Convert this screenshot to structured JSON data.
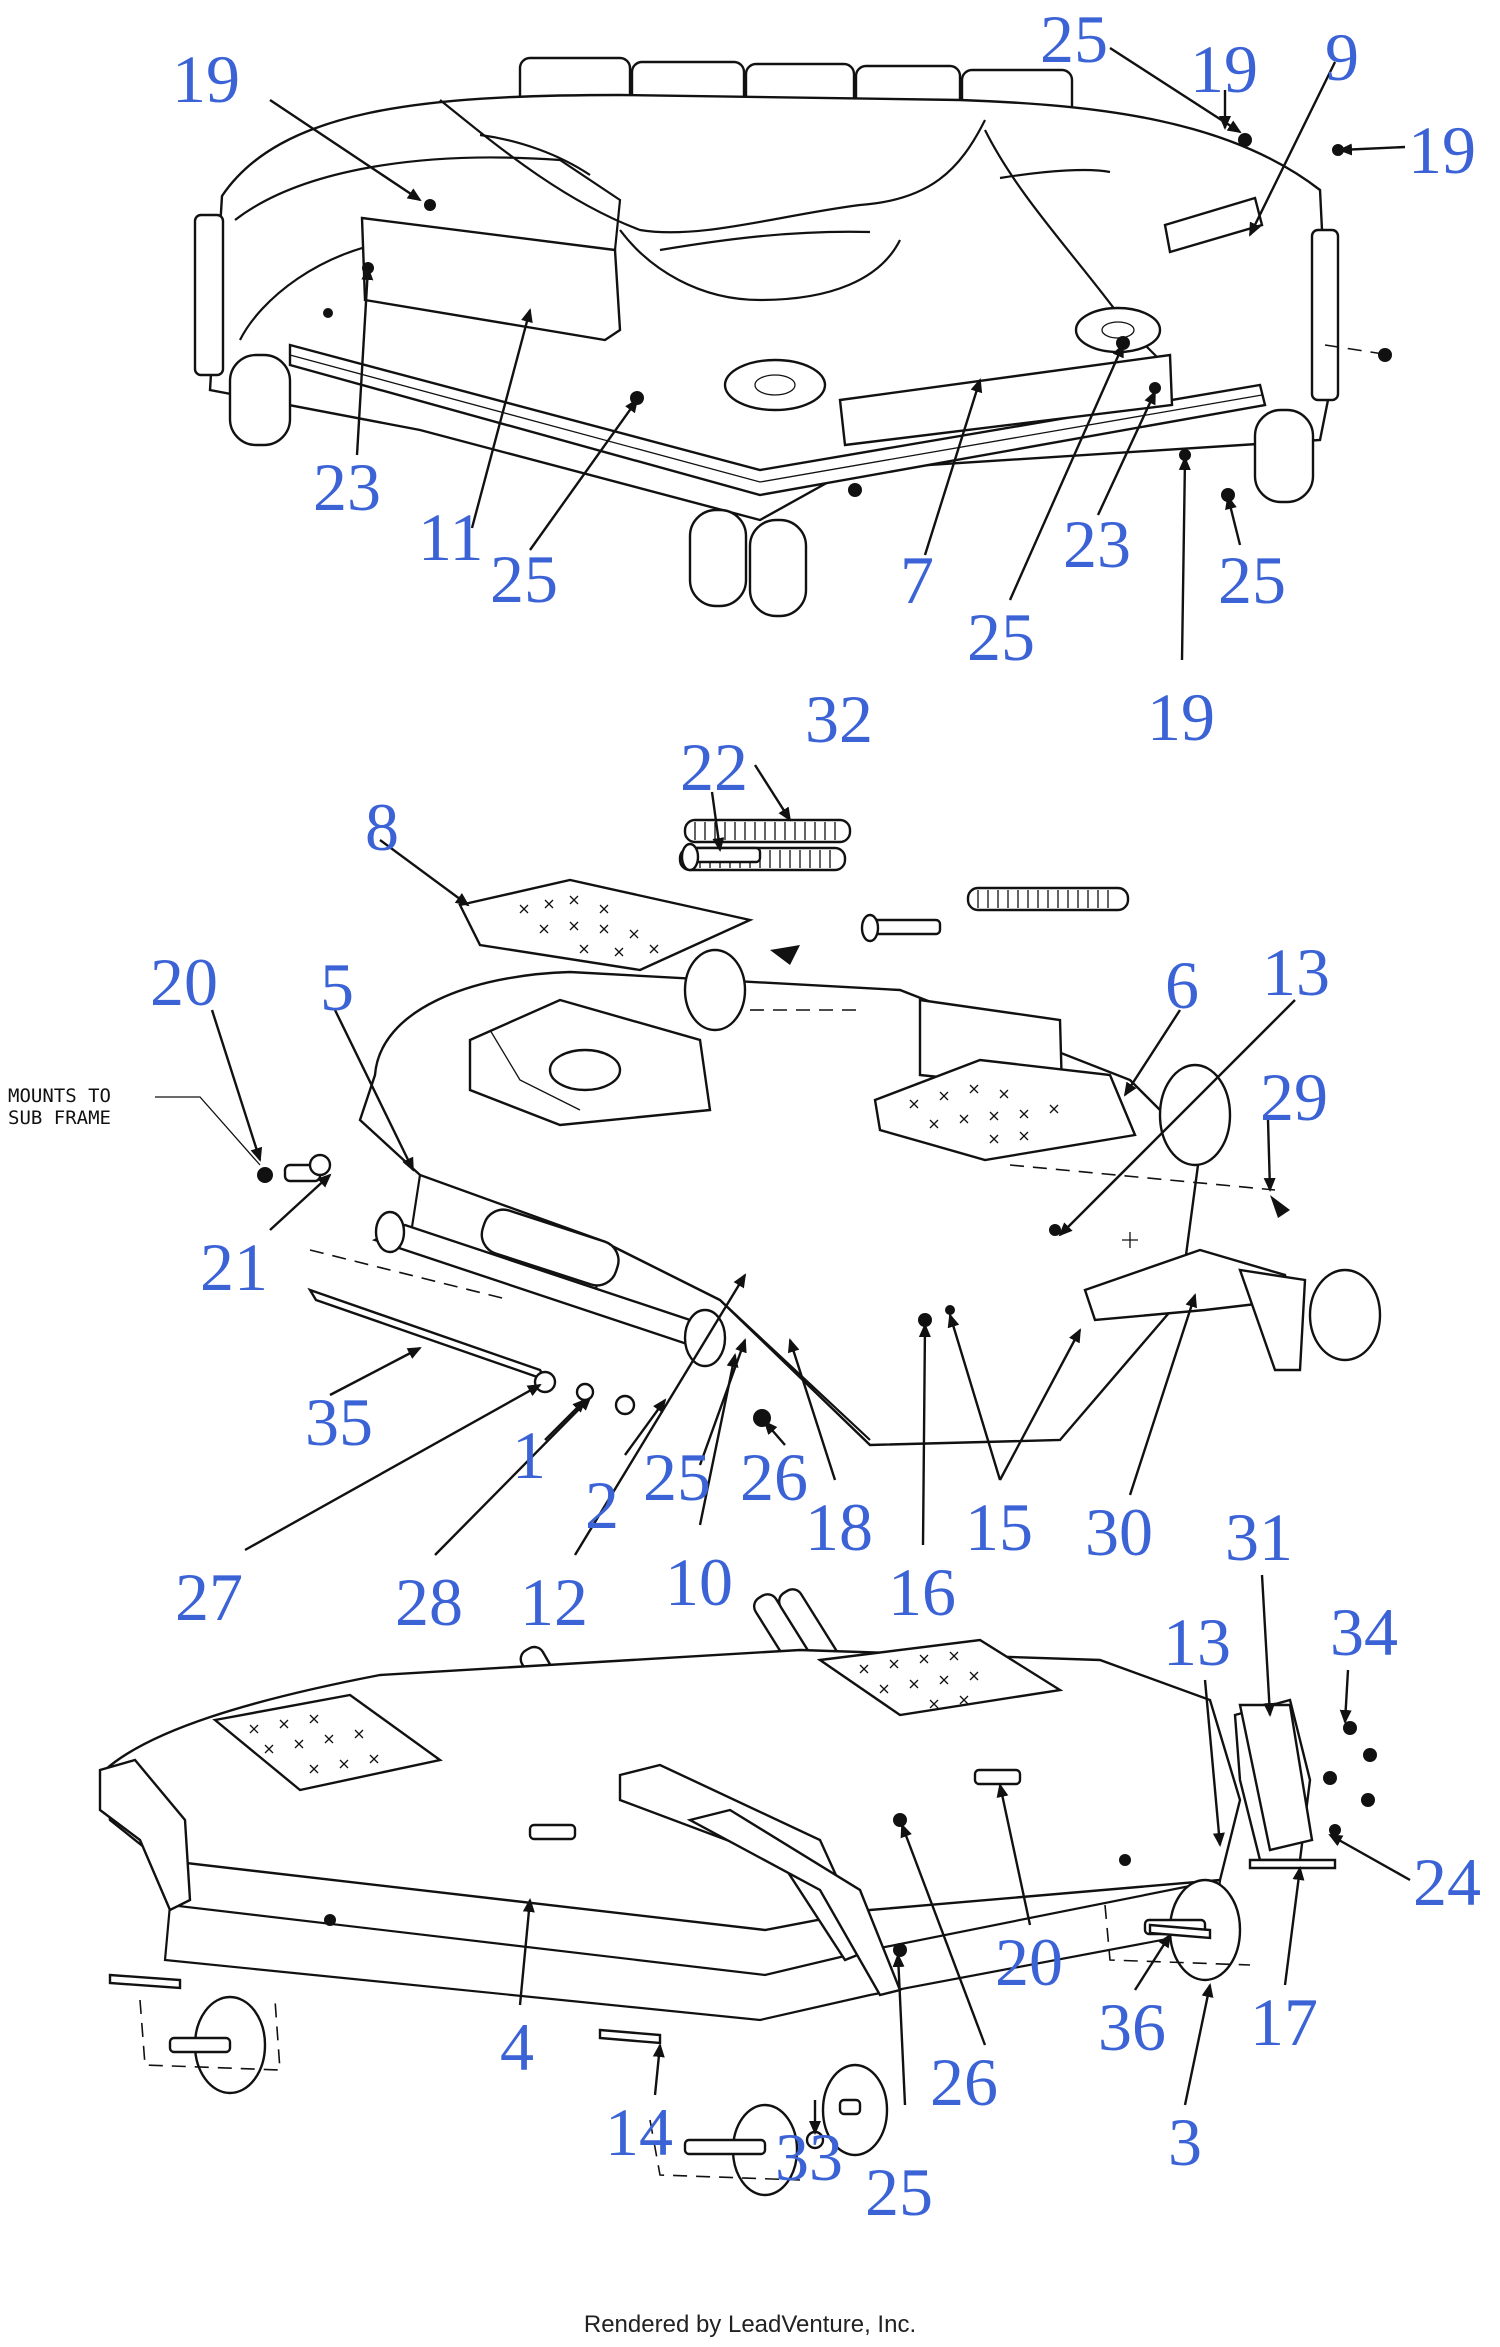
{
  "note": "MOUNTS TO\nSUB FRAME",
  "footer": "Rendered by LeadVenture, Inc.",
  "accent_color": "#3b63d6",
  "callouts": {
    "top": [
      "19",
      "25",
      "19",
      "9",
      "19",
      "23",
      "11",
      "25",
      "7",
      "23",
      "25",
      "25",
      "19"
    ],
    "middle": [
      "32",
      "22",
      "8",
      "5",
      "20",
      "6",
      "13",
      "29",
      "21",
      "35",
      "27",
      "1",
      "28",
      "2",
      "12",
      "25",
      "26",
      "10",
      "18",
      "16",
      "15",
      "30"
    ],
    "bottom": [
      "31",
      "13",
      "34",
      "24",
      "17",
      "36",
      "20",
      "26",
      "4",
      "14",
      "33",
      "25",
      "3"
    ]
  }
}
